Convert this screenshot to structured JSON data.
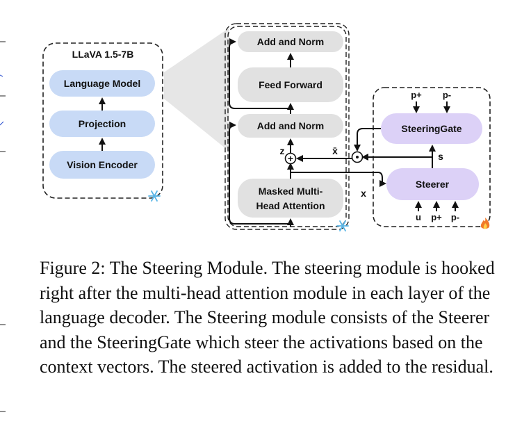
{
  "colors": {
    "blue_box": "#c8daf6",
    "gray_box": "#e1e1e1",
    "purple_box": "#dcd1f7",
    "trapezoid": "#e6e6e6",
    "link_blue": "#2b4fcf"
  },
  "llava": {
    "title": "LLaVA 1.5-7B",
    "language_model": "Language Model",
    "projection": "Projection",
    "vision_encoder": "Vision Encoder",
    "frozen_icon": "snowflake-icon"
  },
  "decoder": {
    "add_norm_top": "Add and Norm",
    "feed_forward": "Feed Forward",
    "add_norm_mid": "Add and Norm",
    "attention_line1": "Masked Multi-",
    "attention_line2": "Head Attention",
    "z_label": "z",
    "xbar_label": "x̄",
    "x_label": "x",
    "plus_symbol": "+",
    "frozen_icon": "snowflake-icon"
  },
  "steering": {
    "gate": "SteeringGate",
    "steerer": "Steerer",
    "gate_input_1": "p+",
    "gate_input_2": "p-",
    "s_label": "s",
    "dot_symbol": "⊙",
    "steerer_input_1": "u",
    "steerer_input_2": "p+",
    "steerer_input_3": "p-",
    "trainable_icon": "fire-icon"
  },
  "caption": "Figure 2: The Steering Module. The steering module is hooked right after the multi-head attention module in each layer of the language decoder. The Steering module consists of the Steerer and the SteeringGate which steer the activations based on the context vectors. The steered activation is added to the residual."
}
